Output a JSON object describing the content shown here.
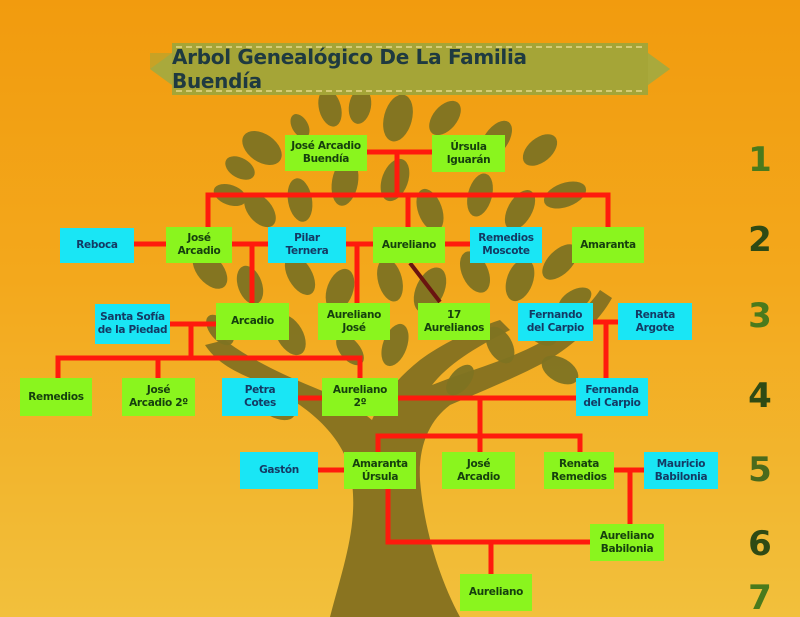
{
  "title": "Arbol Genealógico De La Familia Buendía",
  "colors": {
    "background": "#f3a81c",
    "banner": "#a5a537",
    "title_text": "#1f3a40",
    "tree": "#8a7420",
    "leaf": "#7f7322",
    "connector": "#ff1a0d",
    "blood_box": "#8af51e",
    "inlaw_box": "#19e6f5",
    "generation_number": "#3f6a1a"
  },
  "generations": [
    "1",
    "2",
    "3",
    "4",
    "5",
    "6",
    "7"
  ],
  "people": {
    "jose_arcadio_buendia": {
      "name": "José Arcadio\nBuendía",
      "type": "blood",
      "generation": 1
    },
    "ursula_iguaran": {
      "name": "Úrsula\nIguarán",
      "type": "blood",
      "generation": 1
    },
    "rebeca": {
      "name": "Reboca",
      "type": "inlaw",
      "generation": 2
    },
    "jose_arcadio": {
      "name": "José\nArcadio",
      "type": "blood",
      "generation": 2
    },
    "pilar_ternera": {
      "name": "Pilar\nTernera",
      "type": "inlaw",
      "generation": 2
    },
    "aureliano": {
      "name": "Aureliano",
      "type": "blood",
      "generation": 2
    },
    "remedios_moscote": {
      "name": "Remedios\nMoscote",
      "type": "inlaw",
      "generation": 2
    },
    "amaranta": {
      "name": "Amaranta",
      "type": "blood",
      "generation": 2
    },
    "santa_sofia": {
      "name": "Santa Sofía\nde la Piedad",
      "type": "inlaw",
      "generation": 3
    },
    "arcadio": {
      "name": "Arcadio",
      "type": "blood",
      "generation": 3
    },
    "aureliano_jose": {
      "name": "Aureliano\nJosé",
      "type": "blood",
      "generation": 3
    },
    "17_aurelianos": {
      "name": "17\nAurelianos",
      "type": "blood",
      "generation": 3
    },
    "fernando_del_carpio": {
      "name": "Fernando\ndel Carpio",
      "type": "inlaw",
      "generation": 3
    },
    "renata_argote": {
      "name": "Renata\nArgote",
      "type": "inlaw",
      "generation": 3
    },
    "remedios": {
      "name": "Remedios",
      "type": "blood",
      "generation": 4
    },
    "jose_arcadio_2": {
      "name": "José\nArcadio 2º",
      "type": "blood",
      "generation": 4
    },
    "petra_cotes": {
      "name": "Petra\nCotes",
      "type": "inlaw",
      "generation": 4
    },
    "aureliano_2": {
      "name": "Aureliano\n2º",
      "type": "blood",
      "generation": 4
    },
    "fernanda_del_carpio": {
      "name": "Fernanda\ndel Carpio",
      "type": "inlaw",
      "generation": 4
    },
    "gaston": {
      "name": "Gastón",
      "type": "inlaw",
      "generation": 5
    },
    "amaranta_ursula": {
      "name": "Amaranta\nÚrsula",
      "type": "blood",
      "generation": 5
    },
    "jose_arcadio_5": {
      "name": "José\nArcadio",
      "type": "blood",
      "generation": 5
    },
    "renata_remedios": {
      "name": "Renata\nRemedios",
      "type": "blood",
      "generation": 5
    },
    "mauricio_babilonia": {
      "name": "Mauricio\nBabilonia",
      "type": "inlaw",
      "generation": 5
    },
    "aureliano_babilonia": {
      "name": "Aureliano\nBabilonia",
      "type": "blood",
      "generation": 6
    },
    "aureliano_7": {
      "name": "Aureliano",
      "type": "blood",
      "generation": 7
    }
  }
}
